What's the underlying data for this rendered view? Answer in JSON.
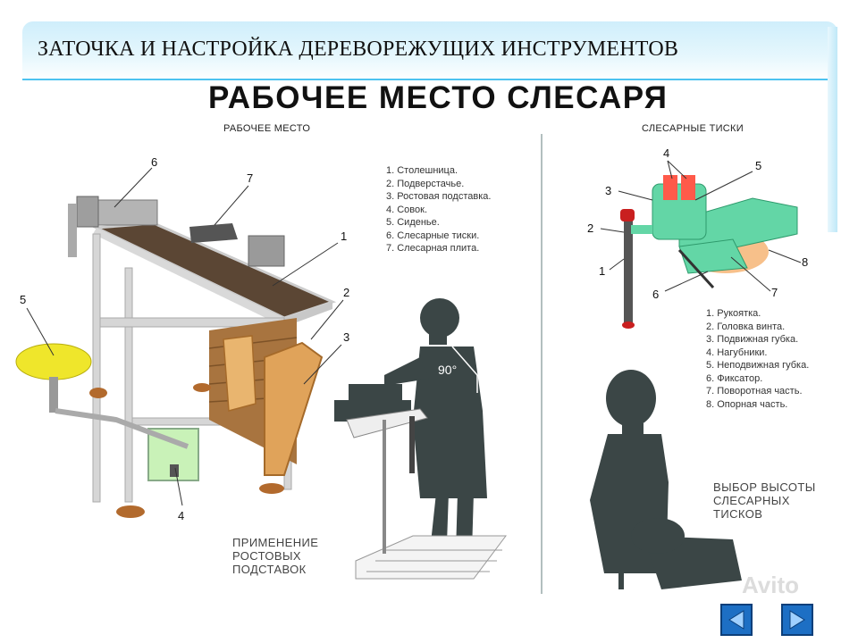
{
  "slide": {
    "header_title": "ЗАТОЧКА И НАСТРОЙКА ДЕРЕВОРЕЖУЩИХ ИНСТРУМЕНТОВ",
    "accent_color": "#4cc3f0"
  },
  "poster": {
    "title": "РАБОЧЕЕ МЕСТО СЛЕСАРЯ",
    "left_subtitle": "РАБОЧЕЕ МЕСТО",
    "right_subtitle": "СЛЕСАРНЫЕ ТИСКИ",
    "workplace_legend": [
      "1. Столешница.",
      "2. Подверстачье.",
      "3. Ростовая подставка.",
      "4. Совок.",
      "5. Сиденье.",
      "6. Слесарные тиски.",
      "7. Слесарная плита."
    ],
    "vise_legend": [
      "1. Рукоятка.",
      "2. Головка винта.",
      "3. Подвижная губка.",
      "4. Нагубники.",
      "5. Неподвижная губка.",
      "6. Фиксатор.",
      "7. Поворотная часть.",
      "8. Опорная часть."
    ],
    "bench_callouts": [
      "1",
      "2",
      "3",
      "4",
      "5",
      "6",
      "7"
    ],
    "vise_callouts": [
      "1",
      "2",
      "3",
      "4",
      "5",
      "6",
      "7",
      "8"
    ],
    "angle_label": "90°",
    "caption_stand": [
      "ПРИМЕНЕНИЕ",
      "РОСТОВЫХ",
      "ПОДСТАВОК"
    ],
    "caption_height": [
      "ВЫБОР ВЫСОТЫ",
      "СЛЕСАРНЫХ",
      "ТИСКОВ"
    ]
  },
  "watermark": "Avito",
  "nav": {
    "prev_icon": "triangle-left-icon",
    "next_icon": "triangle-right-icon"
  }
}
